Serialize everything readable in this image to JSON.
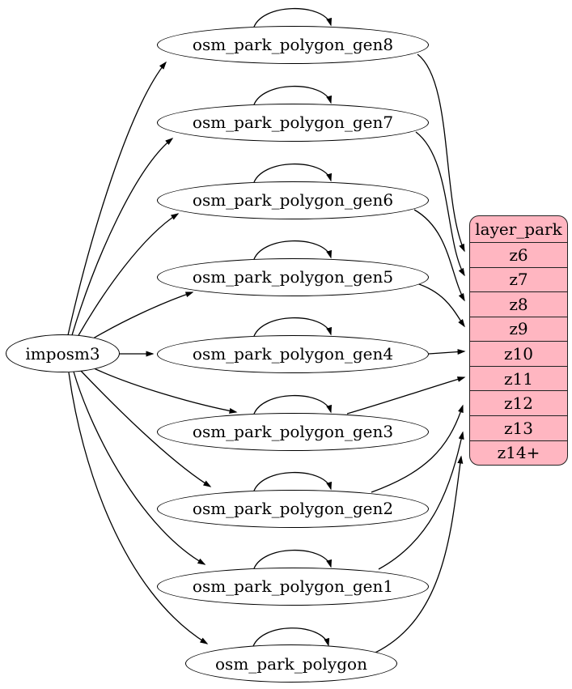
{
  "graph": {
    "source": {
      "label": "imposm3"
    },
    "tables": [
      {
        "label": "osm_park_polygon_gen8"
      },
      {
        "label": "osm_park_polygon_gen7"
      },
      {
        "label": "osm_park_polygon_gen6"
      },
      {
        "label": "osm_park_polygon_gen5"
      },
      {
        "label": "osm_park_polygon_gen4"
      },
      {
        "label": "osm_park_polygon_gen3"
      },
      {
        "label": "osm_park_polygon_gen2"
      },
      {
        "label": "osm_park_polygon_gen1"
      },
      {
        "label": "osm_park_polygon"
      }
    ],
    "layer": {
      "title": "layer_park",
      "rows": [
        "z6",
        "z7",
        "z8",
        "z9",
        "z10",
        "z11",
        "z12",
        "z13",
        "z14+"
      ]
    },
    "edges": {
      "from_source_to": [
        "osm_park_polygon_gen8",
        "osm_park_polygon_gen7",
        "osm_park_polygon_gen6",
        "osm_park_polygon_gen5",
        "osm_park_polygon_gen4",
        "osm_park_polygon_gen3",
        "osm_park_polygon_gen2",
        "osm_park_polygon_gen1",
        "osm_park_polygon"
      ],
      "self_loops": [
        "osm_park_polygon_gen8",
        "osm_park_polygon_gen7",
        "osm_park_polygon_gen6",
        "osm_park_polygon_gen5",
        "osm_park_polygon_gen4",
        "osm_park_polygon_gen3",
        "osm_park_polygon_gen2",
        "osm_park_polygon_gen1",
        "osm_park_polygon"
      ],
      "table_to_layer_row": [
        {
          "from": "osm_park_polygon_gen8",
          "to": "z6"
        },
        {
          "from": "osm_park_polygon_gen7",
          "to": "z7"
        },
        {
          "from": "osm_park_polygon_gen6",
          "to": "z8"
        },
        {
          "from": "osm_park_polygon_gen5",
          "to": "z9"
        },
        {
          "from": "osm_park_polygon_gen4",
          "to": "z10"
        },
        {
          "from": "osm_park_polygon_gen3",
          "to": "z11"
        },
        {
          "from": "osm_park_polygon_gen2",
          "to": "z12"
        },
        {
          "from": "osm_park_polygon_gen1",
          "to": "z13"
        },
        {
          "from": "osm_park_polygon",
          "to": "z14+"
        }
      ]
    },
    "colors": {
      "layer_fill": "#ffb6c1",
      "node_fill": "#ffffff",
      "edge_stroke": "#000000",
      "text": "#000000"
    }
  }
}
